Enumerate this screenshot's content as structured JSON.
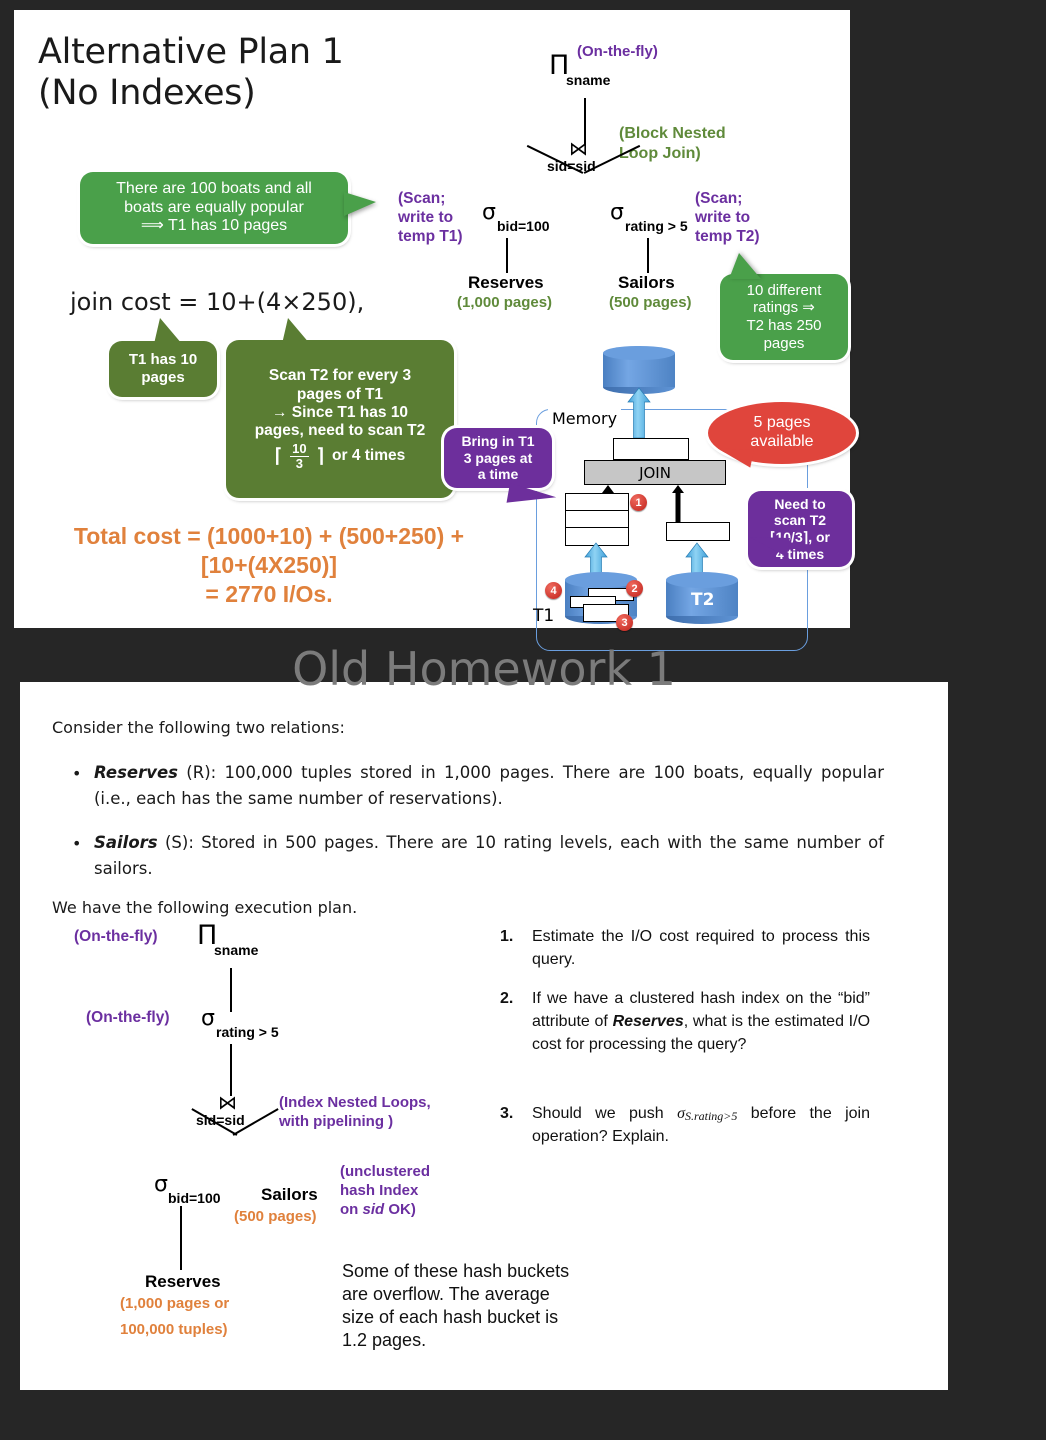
{
  "page": {
    "background": "#262626"
  },
  "slide1": {
    "title_line1": "Alternative Plan 1",
    "title_line2": "(No Indexes)",
    "tree": {
      "project_symbol": "Π",
      "project_sub": "sname",
      "project_note": "(On-the-fly)",
      "join_symbol": "⋈",
      "join_sub": "sid=sid",
      "join_note_l1": "(Block Nested",
      "join_note_l2": "Loop Join)",
      "sel_left_symbol": "σ",
      "sel_left_sub": "bid=100",
      "sel_left_note_l1": "(Scan;",
      "sel_left_note_l2": "write to",
      "sel_left_note_l3": "temp T1)",
      "sel_right_symbol": "σ",
      "sel_right_sub": "rating > 5",
      "sel_right_note_l1": "(Scan;",
      "sel_right_note_l2": "write to",
      "sel_right_note_l3": "temp T2)",
      "left_rel": "Reserves",
      "left_rel_pages": "(1,000 pages)",
      "right_rel": "Sailors",
      "right_rel_pages": "(500 pages)"
    },
    "callouts": {
      "boats": "There are 100 boats and all boats are equally popular ⟹ T1 has 10 pages",
      "boats_l1": "There are 100 boats and all",
      "boats_l2": "boats are equally popular",
      "boats_l3": "⟹ T1 has 10 pages",
      "ratings_l1": "10 different",
      "ratings_l2": "ratings ⇒",
      "ratings_l3": "T2 has 250",
      "ratings_l4": "pages",
      "t1pages_l1": "T1 has 10",
      "t1pages_l2": "pages",
      "scant2_l1": "Scan T2 for every 3",
      "scant2_l2": "pages of T1",
      "scant2_l3": "→  Since T1 has 10",
      "scant2_l4": "pages, need to scan T2",
      "scant2_frac_num": "10",
      "scant2_frac_den": "3",
      "scant2_l5_tail": "or 4 times",
      "bringin_l1": "Bring in T1",
      "bringin_l2": "3 pages at",
      "bringin_l3": "a time",
      "fivepages_l1": "5 pages",
      "fivepages_l2": "available",
      "needscan_l1": "Need to",
      "needscan_l2": "scan T2",
      "needscan_l3": "⌈10/3⌉, or",
      "needscan_l4": "4 times"
    },
    "memory": {
      "memory_label": "Memory",
      "join_label": "JOIN",
      "t1_label": "T1",
      "t2_label": "T2",
      "badge1": "1",
      "badge2": "2",
      "badge3": "3",
      "badge4": "4"
    },
    "join_cost": "join cost = 10+(4×250),",
    "total_cost_l1": "Total cost = (1000+10) + (500+250) +",
    "total_cost_l2": "[10+(4X250)]",
    "total_cost_l3": "= 2770 I/Os."
  },
  "slide2": {
    "title": "Old Homework 1",
    "intro": "Consider the following two relations:",
    "bullets": [
      "Reserves (R):  100,000 tuples stored in 1,000 pages.  There are 100 boats, equally popular (i.e., each has the same number of reservations).",
      "Sailors (S):  Stored in 500 pages.  There are 10 rating levels, each with the same number of sailors."
    ],
    "bullet1_bold": "Reserves",
    "bullet1_rest": " (R):  100,000 tuples stored in 1,000 pages.  There are 100 boats, equally popular (i.e., each has the same number of reservations).",
    "bullet2_bold": "Sailors",
    "bullet2_rest": " (S):  Stored in 500 pages.  There are 10 rating levels, each with the same number of sailors.",
    "exec_plan_line": "We have the following execution plan.",
    "tree": {
      "project_symbol": "Π",
      "project_sub": "sname",
      "project_note": "(On-the-fly)",
      "sel_top_symbol": "σ",
      "sel_top_sub": "rating > 5",
      "sel_top_note": "(On-the-fly)",
      "join_symbol": "⋈",
      "join_sub": "sid=sid",
      "join_note_l1": "(Index Nested Loops,",
      "join_note_l2": "with pipelining )",
      "sel_bid_symbol": "σ",
      "sel_bid_sub": "bid=100",
      "sailors": "Sailors",
      "sailors_pages": "(500 pages)",
      "index_note_l1": "(unclustered",
      "index_note_l2": "hash Index",
      "index_note_l3a": "on ",
      "index_note_l3b": "sid",
      "index_note_l3c": " OK)",
      "reserves": "Reserves",
      "reserves_pages_l1": "(1,000 pages or",
      "reserves_pages_l2": "100,000 tuples)"
    },
    "questions": [
      "Estimate the I/O cost required to process this query.",
      "If we have a clustered hash index on the “bid” attribute of Reserves, what is the estimated I/O cost for processing the query?",
      "Should we push σS.rating>5 before the join operation?  Explain."
    ],
    "q1_text": "Estimate the I/O cost required to process this query.",
    "q2_part1": "If we have a clustered hash index on the “bid” attribute of ",
    "q2_bold": "Reserves",
    "q2_part2": ", what is the estimated I/O cost for processing the query?",
    "q3_part1": "Should we push ",
    "q3_sigma": "σ",
    "q3_sub": "S.rating>5",
    "q3_part2": " before the join operation?  Explain.",
    "q_numbers": [
      "1.",
      "2.",
      "3."
    ],
    "hash_note_l1": "Some of these hash buckets",
    "hash_note_l2": "are overflow.  The average",
    "hash_note_l3": "size of each hash bucket is",
    "hash_note_l4": "1.2 pages."
  },
  "colors": {
    "dark_bg": "#262626",
    "purple": "#6b2fa0",
    "green_label": "#5f8a3a",
    "orange": "#e0813c",
    "callout_green_bright": "#4aa04a",
    "callout_green_dark": "#5a7d33",
    "callout_purple": "#6d2f9c",
    "callout_red": "#e0453c",
    "cyl_blue": "#5b8fd0"
  }
}
